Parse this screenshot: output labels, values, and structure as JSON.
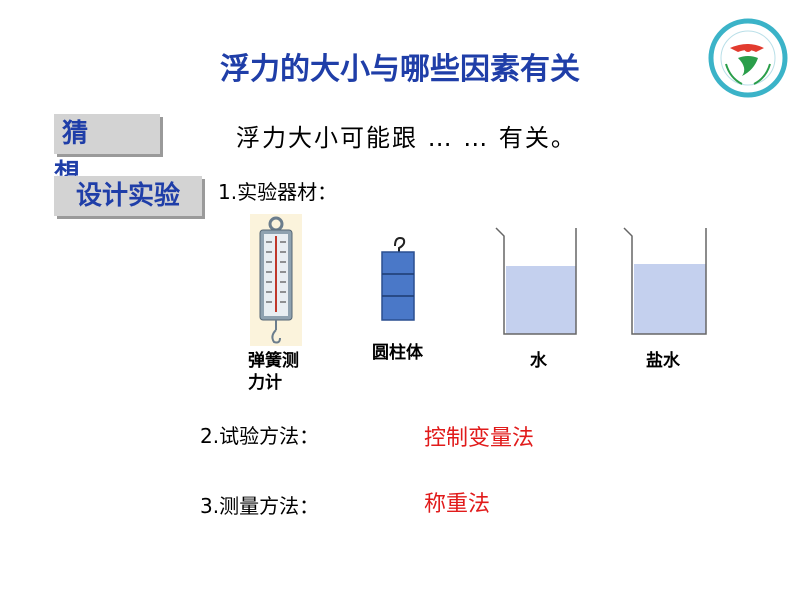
{
  "slide": {
    "title": "浮力的大小与哪些因素有关",
    "guess_tag": "猜 想",
    "guess_text": "浮力大小可能跟 … … 有关。",
    "design_tag": "设计实验",
    "step1": "1.实验器材：",
    "step2": "2.试验方法：",
    "step3": "3.测量方法：",
    "answer2": "控制变量法",
    "answer3": "称重法",
    "equipment": {
      "scale": "弹簧测力计",
      "cylinder": "圆柱体",
      "water": "水",
      "salt_water": "盐水"
    }
  },
  "colors": {
    "title": "#1f3ea8",
    "answer": "#e11b1b",
    "tag_bg": "#d3d3d3",
    "cylinder": "#4a78c8",
    "liquid": "#c4d0ee",
    "logo_ring": "#3bb3c8"
  }
}
